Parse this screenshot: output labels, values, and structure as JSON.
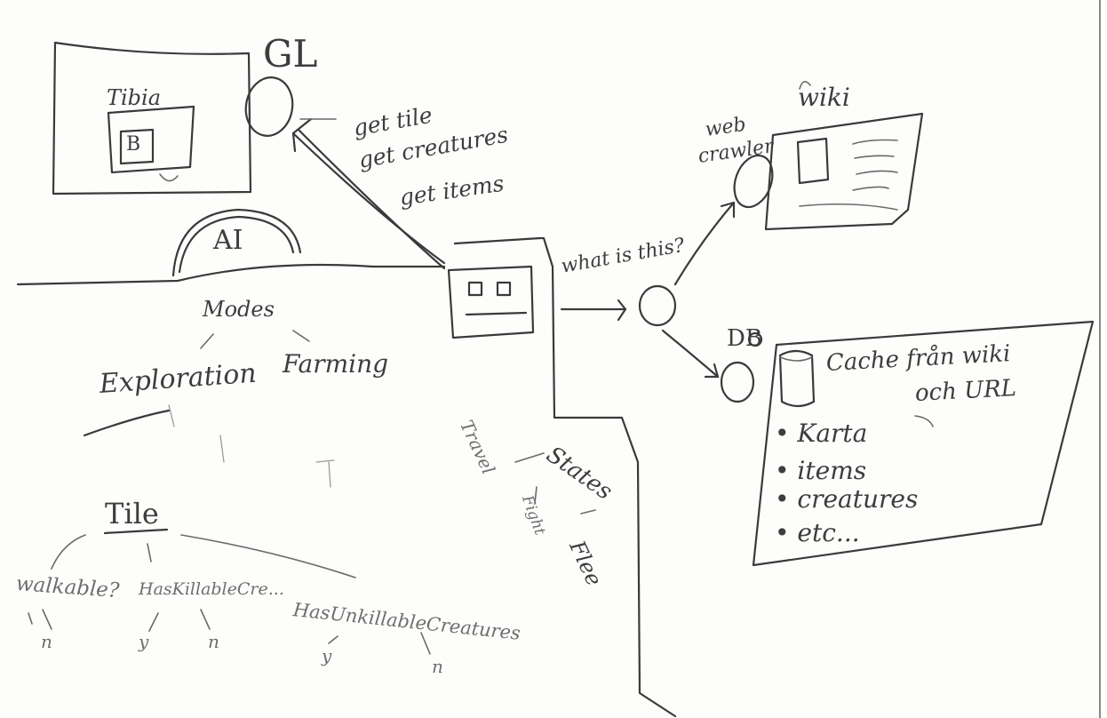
{
  "gl_label": "GL",
  "tibia_label": "Tibia",
  "tibia_window_glyph": "B",
  "gl_calls": [
    "get tile",
    "get creatures",
    "get items"
  ],
  "ai_label": "AI",
  "modes_label": "Modes",
  "mode_exploration": "Exploration",
  "mode_farming": "Farming",
  "states": {
    "label": "States",
    "travel": "Travel",
    "fight": "Fight",
    "flee": "Flee"
  },
  "tile": {
    "label": "Tile",
    "walkable": "walkable?",
    "walkable_answer": "n",
    "has_killable": "HasKillableCre...",
    "has_killable_yes": "y",
    "has_killable_no": "n",
    "has_unkillable": "HasUnkillableCreatures",
    "has_unkillable_yes": "y",
    "has_unkillable_no": "n"
  },
  "query_label": "what is this?",
  "wiki_label": "wiki",
  "web_crawler_label": [
    "web",
    "crawler"
  ],
  "db_label": "DB",
  "cache_text": [
    "Cache från wiki",
    "och URL"
  ],
  "cache_items": [
    "Karta",
    "items",
    "creatures",
    "etc..."
  ]
}
